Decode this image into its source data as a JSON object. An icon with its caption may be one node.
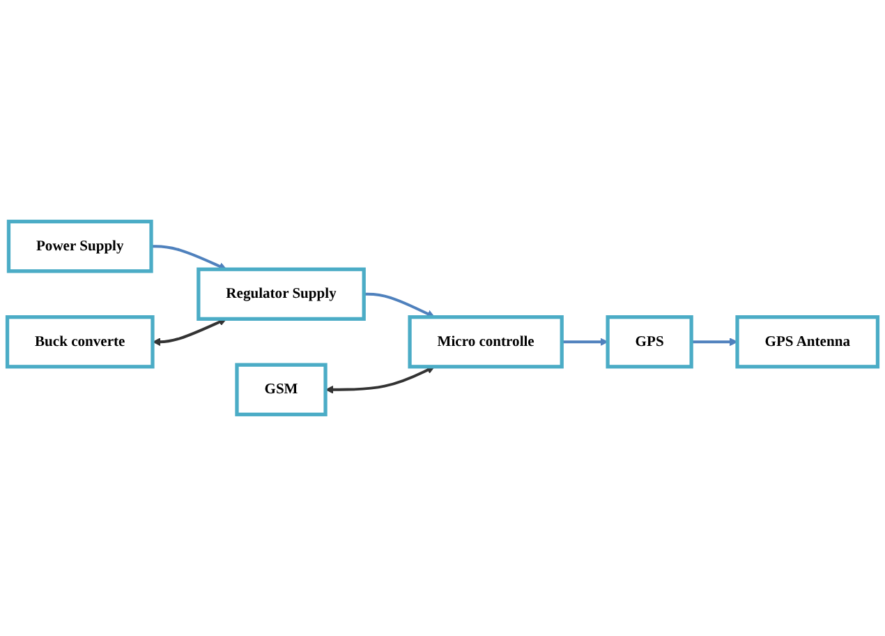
{
  "diagram": {
    "nodes": [
      {
        "text": [
          "Power Supply"
        ]
      },
      {
        "text": [
          "Buck converte"
        ]
      },
      {
        "text": [
          "Regulator Supply"
        ]
      },
      {
        "text": [
          "GSM"
        ]
      },
      {
        "text": [
          "Micro controlle"
        ]
      },
      {
        "text": [
          "GPS Antenna"
        ]
      },
      {
        "text": [
          "GPS"
        ]
      }
    ],
    "edges": [
      {
        "from": 0,
        "to": 2,
        "arrow": "to"
      },
      {
        "from": 1,
        "to": 2,
        "arrow": "both",
        "color": "#333333"
      },
      {
        "from": 2,
        "to": 4,
        "arrow": "to"
      },
      {
        "from": 3,
        "to": 4,
        "arrow": "both",
        "color": "#333333"
      },
      {
        "from": 4,
        "to": 6,
        "arrow": "to"
      },
      {
        "from": 6,
        "to": 5,
        "arrow": "to"
      }
    ]
  }
}
